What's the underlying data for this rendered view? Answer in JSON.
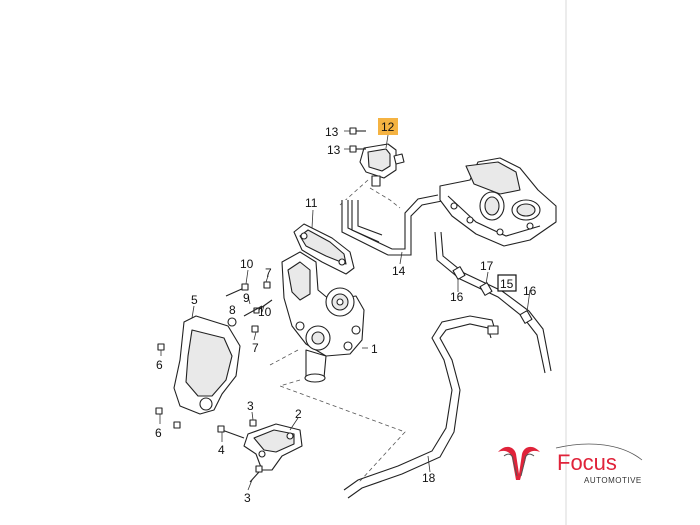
{
  "callouts": {
    "c1": "1",
    "c2": "2",
    "c3a": "3",
    "c3b": "3",
    "c4": "4",
    "c5": "5",
    "c6a": "6",
    "c6b": "6",
    "c7a": "7",
    "c7b": "7",
    "c8": "8",
    "c9": "9",
    "c10a": "10",
    "c10b": "10",
    "c11": "11",
    "c12": "12",
    "c13a": "13",
    "c13b": "13",
    "c14": "14",
    "c15": "15",
    "c16a": "16",
    "c16b": "16",
    "c17": "17",
    "c18": "18"
  },
  "logo": {
    "brand": "Focus",
    "subtitle": "AUTOMOTIVE",
    "icon": "focus-ram-horns-icon",
    "brand_color": "#e0233a"
  },
  "highlight_color": "#f5b342"
}
